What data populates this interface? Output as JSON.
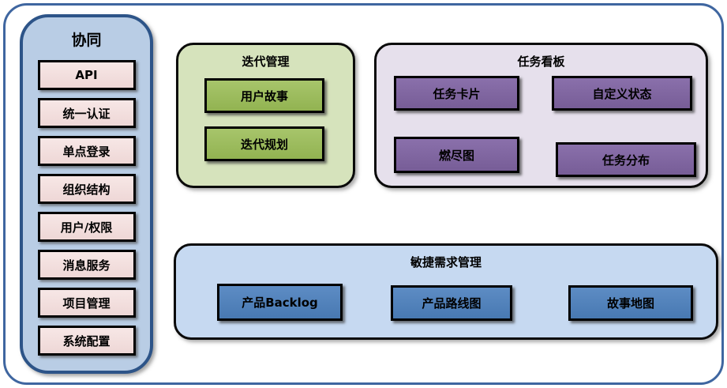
{
  "sidebar": {
    "title": "协同",
    "items": [
      "API",
      "统一认证",
      "单点登录",
      "组织结构",
      "用户/权限",
      "消息服务",
      "项目管理",
      "系统配置"
    ]
  },
  "groups": {
    "iteration": {
      "title": "迭代管理",
      "items": {
        "user_story": "用户故事",
        "iteration_planning": "迭代规划"
      }
    },
    "kanban": {
      "title": "任务看板",
      "items": {
        "task_card": "任务卡片",
        "custom_status": "自定义状态",
        "burndown_chart": "燃尽图",
        "task_distribution": "任务分布"
      }
    },
    "agile": {
      "title": "敏捷需求管理",
      "items": {
        "product_backlog": "产品Backlog",
        "product_roadmap": "产品路线图",
        "story_map": "故事地图"
      }
    }
  },
  "colors": {
    "frame_border": "#3f66a0",
    "sidebar_bg": "#b9cde5",
    "sidebar_border": "#2d5488",
    "sidebar_item_bg": "#f2dcdb",
    "iteration_bg": "#d6e3bc",
    "iteration_item_bg": "#9bbb59",
    "kanban_bg": "#e6e0ec",
    "kanban_item_bg": "#8064a2",
    "agile_bg": "#c6d9f1",
    "agile_item_bg": "#4f81bd",
    "item_border": "#000000"
  }
}
